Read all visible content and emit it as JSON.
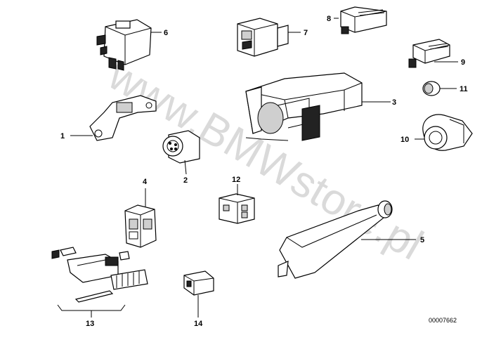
{
  "watermark": "www.BMWstore.pl",
  "diagram_code": "00007662",
  "callouts": [
    {
      "id": "1",
      "label": "1"
    },
    {
      "id": "2",
      "label": "2"
    },
    {
      "id": "3",
      "label": "3"
    },
    {
      "id": "4",
      "label": "4"
    },
    {
      "id": "5",
      "label": "5"
    },
    {
      "id": "6",
      "label": "6"
    },
    {
      "id": "7",
      "label": "7"
    },
    {
      "id": "8",
      "label": "8"
    },
    {
      "id": "9",
      "label": "9"
    },
    {
      "id": "10",
      "label": "10"
    },
    {
      "id": "11",
      "label": "11"
    },
    {
      "id": "12",
      "label": "12"
    },
    {
      "id": "13",
      "label": "13"
    },
    {
      "id": "14",
      "label": "14"
    }
  ]
}
